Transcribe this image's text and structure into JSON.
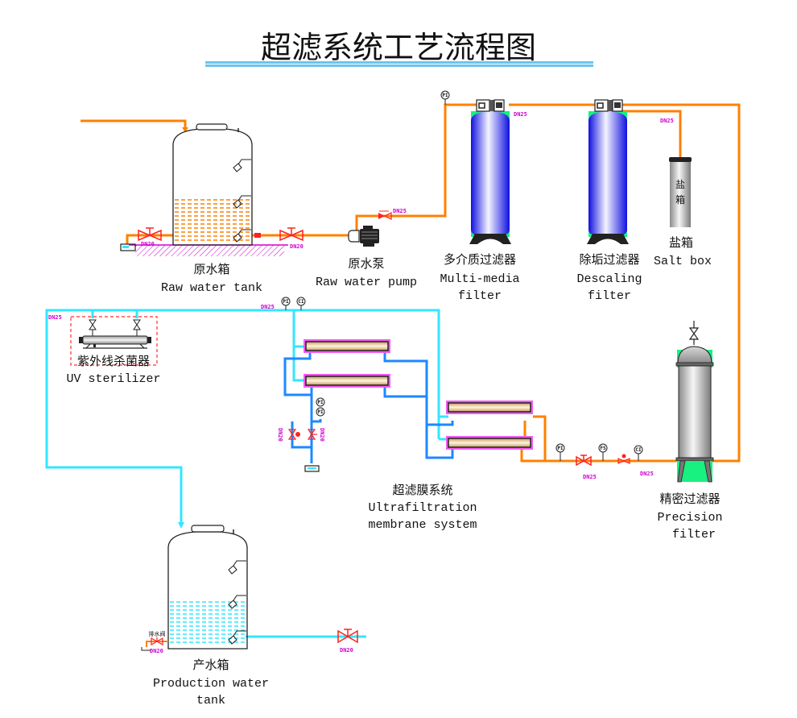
{
  "title": "超滤系统工艺流程图",
  "colors": {
    "raw_pipe": "#ff8000",
    "product_pipe": "#33e6ff",
    "concentrate_pipe": "#1e88ff",
    "valve": "#ff2020",
    "size_label": "#d000d0",
    "title_rule": "#6ac4f0",
    "filter_cap": "#18f080"
  },
  "equipment": {
    "raw_tank": {
      "cn": "原水箱",
      "en": "Raw water tank"
    },
    "raw_pump": {
      "cn": "原水泵",
      "en": "Raw water pump"
    },
    "multimedia_filter": {
      "cn": "多介质过滤器",
      "en1": "Multi-media",
      "en2": "filter"
    },
    "descaling_filter": {
      "cn": "除垢过滤器",
      "en1": "Descaling",
      "en2": "filter"
    },
    "salt_box": {
      "cn": "盐箱",
      "en": "Salt box",
      "body_text1": "盐",
      "body_text2": "箱"
    },
    "uv_sterilizer": {
      "cn": "紫外线杀菌器",
      "en": "UV sterilizer"
    },
    "uf_system": {
      "cn": "超滤膜系统",
      "en1": "Ultrafiltration",
      "en2": "membrane system"
    },
    "precision_filter": {
      "cn": "精密过滤器",
      "en1": "Precision",
      "en2": "filter"
    },
    "product_tank": {
      "cn": "产水箱",
      "en1": "Production water",
      "en2": "tank",
      "drain_valve": "排水阀"
    }
  },
  "pipe_sizes": {
    "raw_tank_drain": "DN20",
    "raw_tank_outlet": "DN20",
    "pump_discharge": "DN25",
    "multimedia_outlet": "DN25",
    "salt_line": "DN25",
    "uv_left": "DN25",
    "product_header": "DN25",
    "uf_drain_left": "DN20",
    "uf_drain_right": "DN20",
    "feed_valve": "DN25",
    "precision_outlet": "DN25",
    "product_drain": "DN20",
    "product_outlet": "DN20"
  },
  "instruments": {
    "pump_pi": "PI",
    "header_pi": "PI",
    "header_ci": "CI",
    "drain_pi1": "PI",
    "drain_pi2": "PI",
    "feed_pi": "PI",
    "feed_fs": "FS",
    "feed_ci": "CI"
  }
}
